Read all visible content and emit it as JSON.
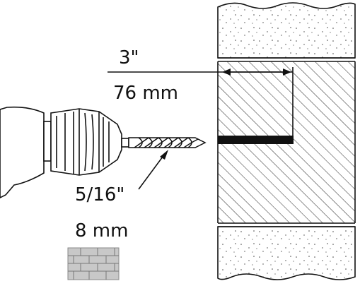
{
  "depth": {
    "imperial": "3\"",
    "metric": "76 mm"
  },
  "bit": {
    "imperial": "5/16\"",
    "metric": "8 mm"
  },
  "icons": {
    "drill": "drill-icon",
    "bit": "drill-bit-icon",
    "wall": "wall-section-icon",
    "material": "brick-icon"
  },
  "colors": {
    "line": "#111111",
    "hatch": "#333333",
    "background": "#ffffff"
  }
}
